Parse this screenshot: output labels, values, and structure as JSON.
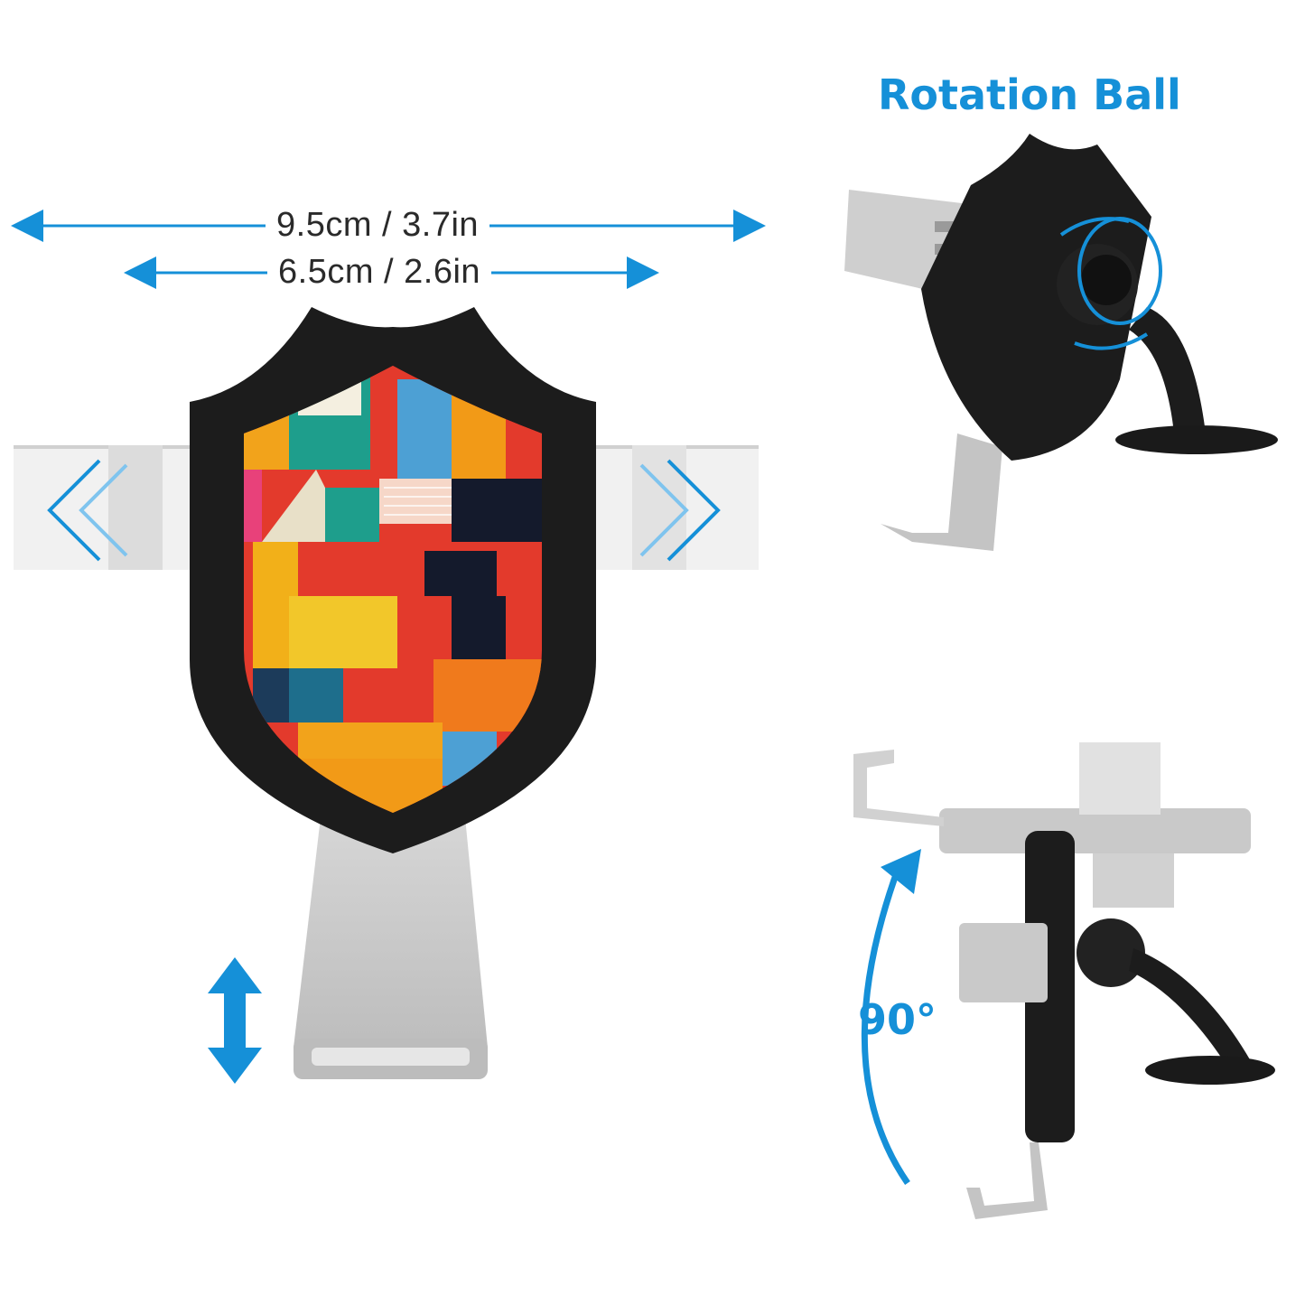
{
  "dimensions": {
    "outer_width": "9.5cm / 3.7in",
    "inner_width": "6.5cm / 2.6in"
  },
  "rotation": {
    "heading": "Rotation Ball",
    "angle": "90°"
  },
  "colors": {
    "accent_blue": "#1590d8",
    "holder_black": "#1c1c1c",
    "metal_silver": "#c9c9c9"
  },
  "icons": [
    "double-arrow-horizontal-icon",
    "vertical-adjust-arrow-icon",
    "rotation-circle-icon",
    "curved-arrow-icon",
    "chevron-left-icon",
    "chevron-right-icon"
  ]
}
